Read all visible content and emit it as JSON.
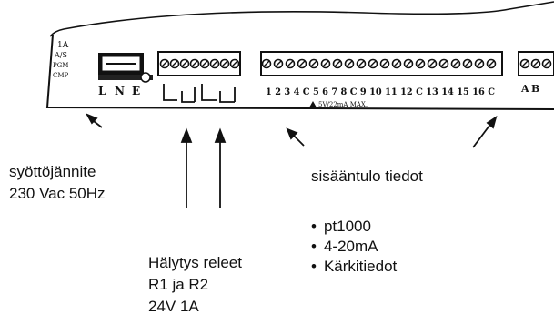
{
  "board": {
    "side_labels": [
      "1A",
      "A/S",
      "PGM",
      "CMP"
    ],
    "power_terminals": [
      "L",
      "N",
      "E"
    ],
    "input_terminals": "1 2 3 4 C 5 6 7 8 C 9 10 11 12 C 13 14 15 16 C",
    "input_note": "5V/22mA MAX.",
    "comm_terminals": [
      "A",
      "B"
    ]
  },
  "annotations": {
    "power_label": "syöttöjännite",
    "power_spec": "230 Vac 50Hz",
    "input_label": "sisääntulo tiedot",
    "input_types": [
      "pt1000",
      "4-20mA",
      "Kärkitiedot"
    ],
    "relay_label": "Hälytys releet",
    "relay_names": "R1 ja R2",
    "relay_spec": "24V 1A"
  }
}
